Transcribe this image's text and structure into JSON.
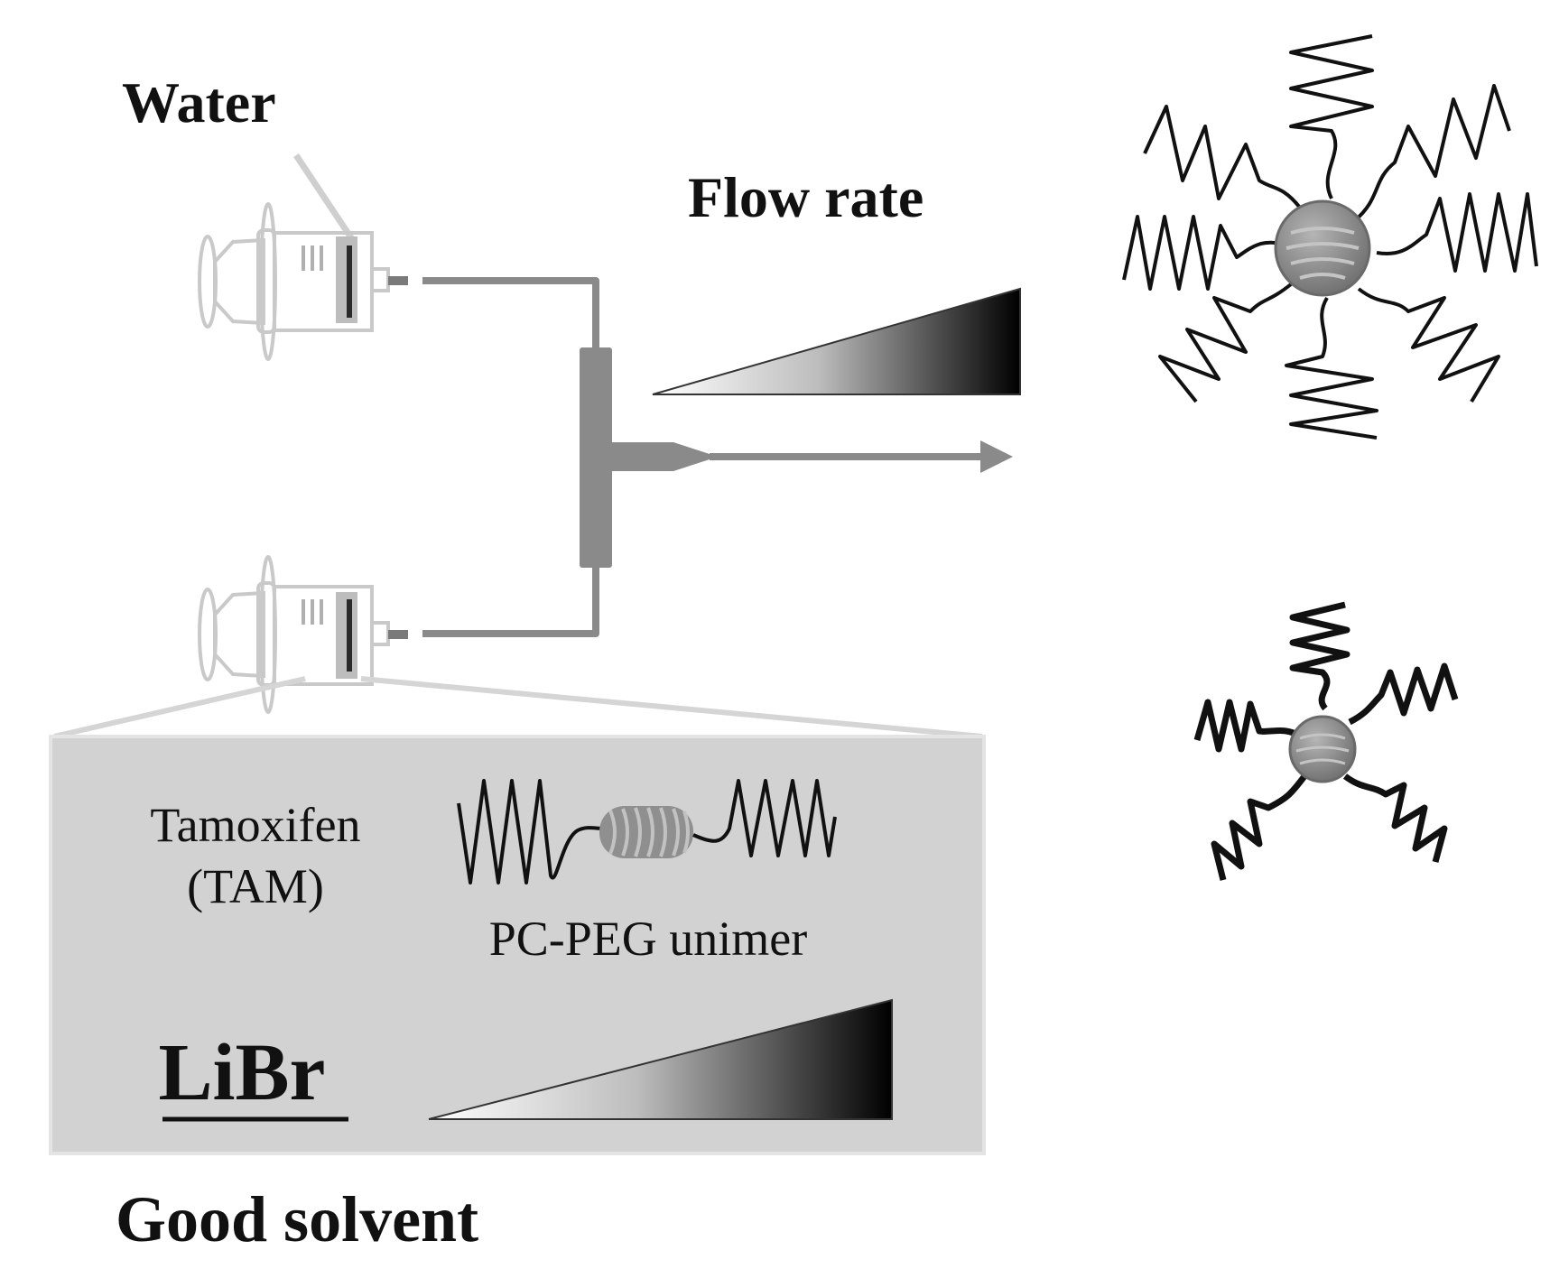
{
  "labels": {
    "water": "Water",
    "flow_rate": "Flow rate",
    "tamoxifen": "Tamoxifen",
    "tam": "(TAM)",
    "unimer": "PC-PEG unimer",
    "librs": "LiBr",
    "good_solvent": "Good solvent"
  },
  "colors": {
    "tubing": "#8a8a8a",
    "inset_background": "#d2d2d2",
    "syringe": "#cfcfcf",
    "core": "#8c8c8c",
    "chain": "#111111"
  },
  "icons": {
    "syringe_top": "syringe-icon",
    "syringe_bottom": "syringe-icon",
    "mixer": "t-mixer-icon",
    "micelle_large": "micelle-icon",
    "micelle_small": "micelle-icon"
  }
}
